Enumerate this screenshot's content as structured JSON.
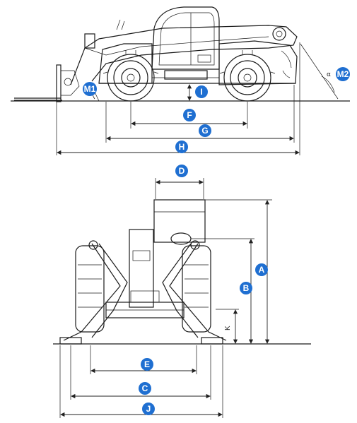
{
  "colors": {
    "badge": "#1f6fd1",
    "badge_text": "#ffffff",
    "line": "#1a1a1a"
  },
  "side_view": {
    "dimensions": {
      "M1": "M1",
      "M2": "M2",
      "I": "I",
      "F": "F",
      "G": "G",
      "H": "H"
    },
    "angle_symbol": "α"
  },
  "front_view": {
    "dimensions": {
      "D": "D",
      "A": "A",
      "B": "B",
      "K": "K",
      "E": "E",
      "C": "C",
      "J": "J"
    }
  }
}
